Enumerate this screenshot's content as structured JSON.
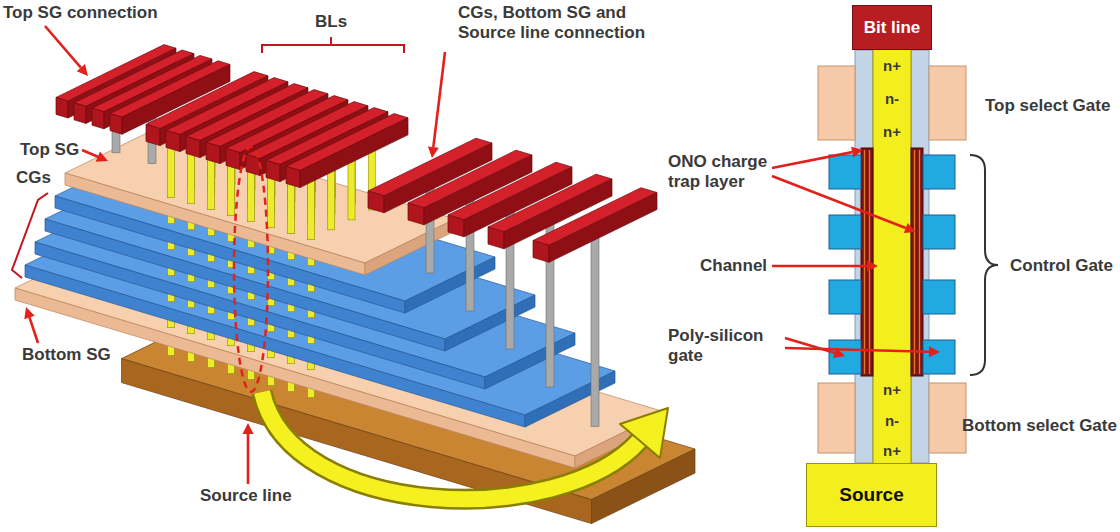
{
  "diagram": {
    "nodes": [
      {
        "text": [
          "Bit line"
        ]
      },
      {
        "text": [
          "Source"
        ]
      }
    ],
    "labels": [
      "Top SG connection",
      "BLs",
      "CGs, Bottom SG and Source line connection",
      "Top SG",
      "CGs",
      "Bottom SG",
      "Source line",
      "n+",
      "n-",
      "n+",
      "Top select Gate",
      "ONO charge trap layer",
      "Channel",
      "Control Gate",
      "Poly-silicon gate",
      "n+",
      "n-",
      "Bottom select Gate",
      "n+"
    ]
  }
}
